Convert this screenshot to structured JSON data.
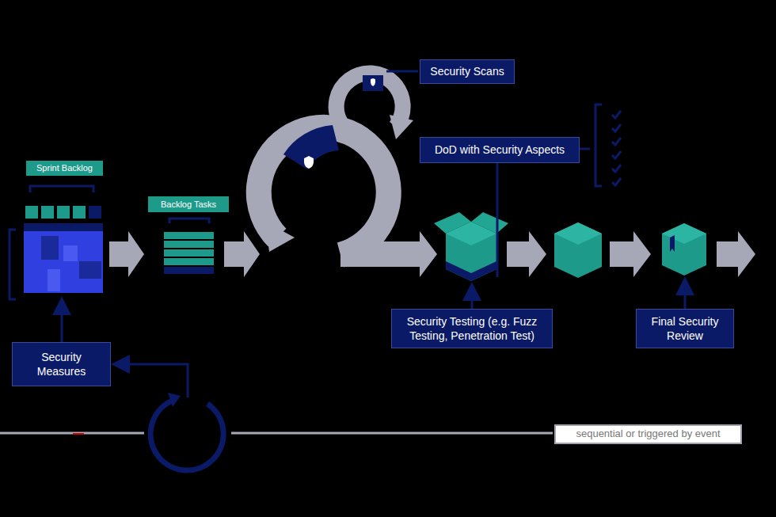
{
  "diagram": {
    "nodes": [
      {
        "text": [
          "Sprint Backlog"
        ]
      },
      {
        "text": [
          "Backlog Tasks"
        ]
      },
      {
        "text": [
          "Security Scans"
        ]
      },
      {
        "text": [
          "DoD with Security Aspects"
        ]
      },
      {
        "text": [
          "Security Testing (e.g. Fuzz Testing, Penetration Test)"
        ]
      },
      {
        "text": [
          "Final Security Review"
        ]
      },
      {
        "text": [
          "Security Measures"
        ]
      },
      {
        "text": [
          "sequential or triggered by event"
        ]
      }
    ]
  }
}
